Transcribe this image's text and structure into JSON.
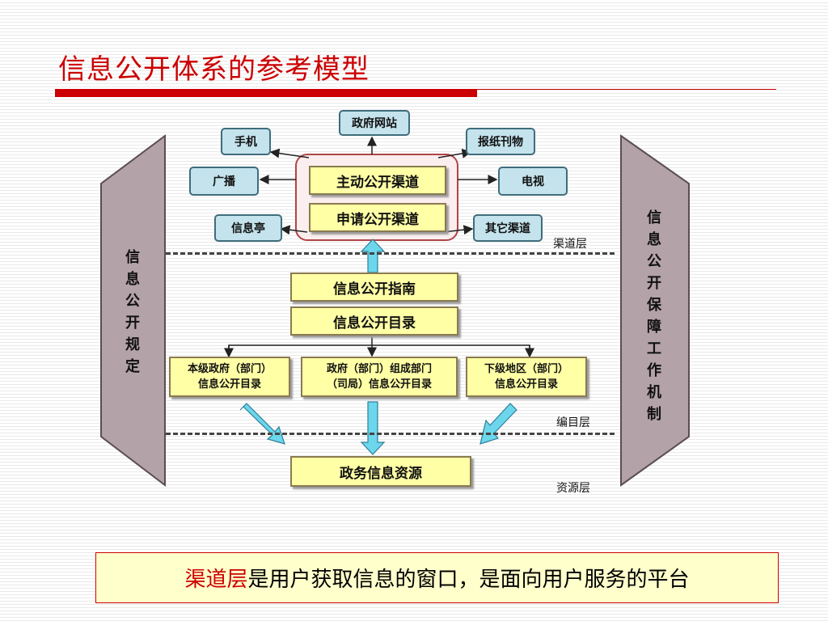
{
  "title": "信息公开体系的参考模型",
  "left_pillar": {
    "chars": [
      "信",
      "息",
      "公",
      "开",
      "规",
      "定"
    ]
  },
  "right_pillar": {
    "chars": [
      "信",
      "息",
      "公",
      "开",
      "保",
      "障",
      "工",
      "作",
      "机",
      "制"
    ]
  },
  "channels": {
    "gov_website": "政府网站",
    "mobile": "手机",
    "newspaper": "报纸刊物",
    "broadcast": "广播",
    "tv": "电视",
    "kiosk": "信息亭",
    "other": "其它渠道"
  },
  "core": {
    "active": "主动公开渠道",
    "apply": "申请公开渠道",
    "guide": "信息公开指南",
    "catalog": "信息公开目录"
  },
  "catalogs": {
    "left_l1": "本级政府（部门）",
    "left_l2": "信息公开目录",
    "mid_l1": "政府（部门）组成部门",
    "mid_l2": "（司局）信息公开目录",
    "right_l1": "下级地区（部门）",
    "right_l2": "信息公开目录"
  },
  "resource": "政务信息资源",
  "layers": {
    "channel": "渠道层",
    "catalog": "编目层",
    "resource": "资源层"
  },
  "footer": {
    "highlight": "渠道层",
    "rest": "是用户获取信息的窗口，是面向用户服务的平台"
  },
  "colors": {
    "title_red": "#cc0000",
    "teal_fill": "#c4e3ec",
    "yellow_fill": "#ffffa6",
    "pillar_fill": "#b3a2a8",
    "arrow_fill": "#6cd6ec"
  }
}
